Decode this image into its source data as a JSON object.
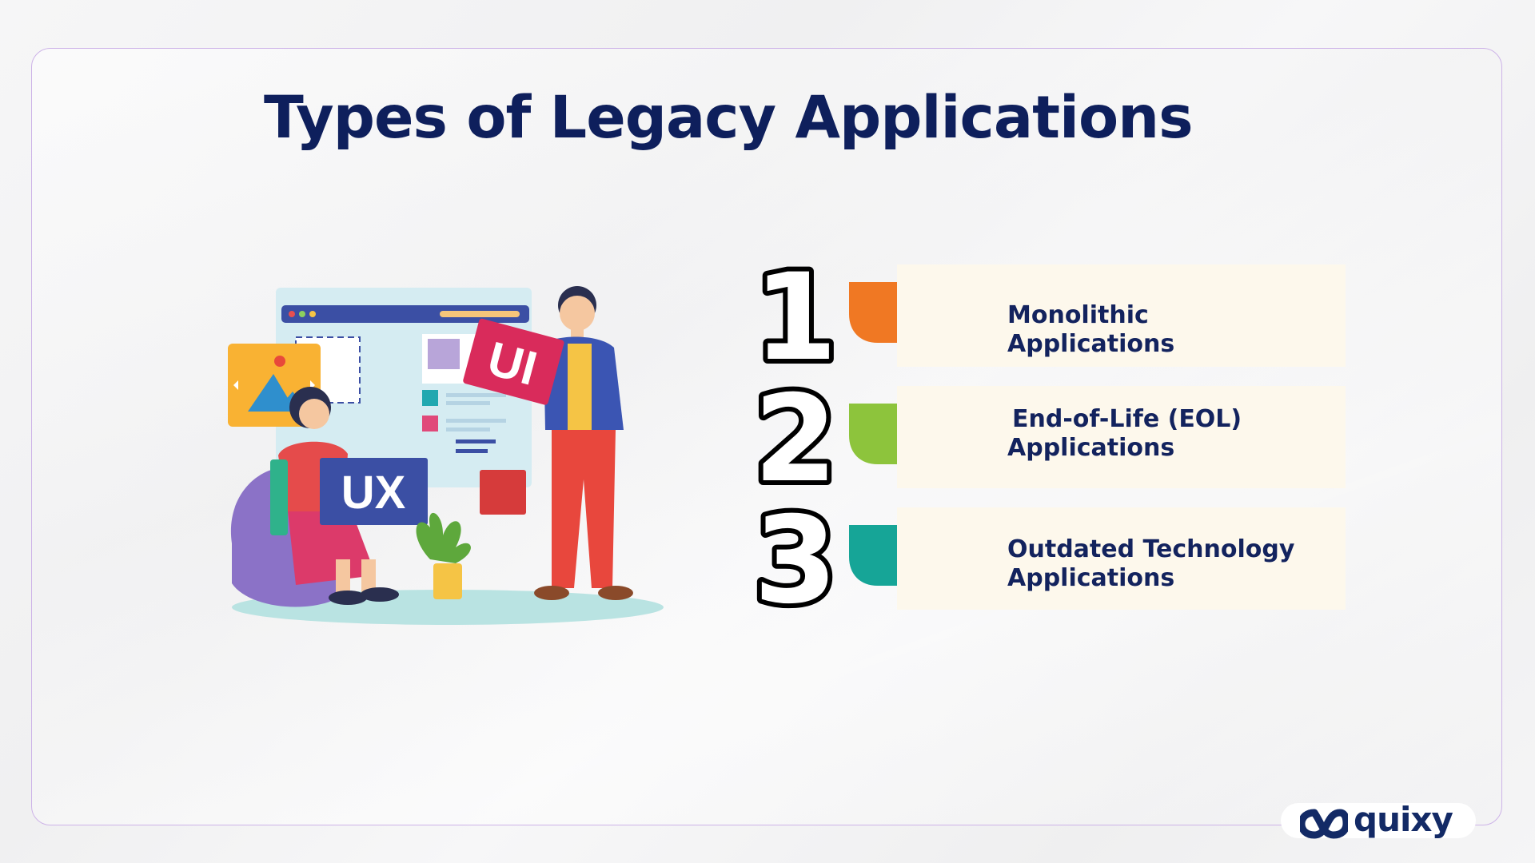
{
  "title": "Types of Legacy Applications",
  "illustration": {
    "ux_label": "UX",
    "ui_label": "UI"
  },
  "steps": [
    {
      "number": "1",
      "label_line1": "Monolithic",
      "label_line2": "Applications",
      "color": "#f07823"
    },
    {
      "number": "2",
      "label_line1": "End-of-Life (EOL)",
      "label_line2": "Applications",
      "color": "#8dc43c"
    },
    {
      "number": "3",
      "label_line1": "Outdated Technology",
      "label_line2": "Applications",
      "color": "#16a597"
    }
  ],
  "colors": {
    "title": "#0e1f5c",
    "label": "#13235e",
    "card": "#fdf8ec",
    "frame_border": "#cdb3e8"
  },
  "logo": {
    "wordmark": "quixy",
    "color": "#132a66"
  }
}
